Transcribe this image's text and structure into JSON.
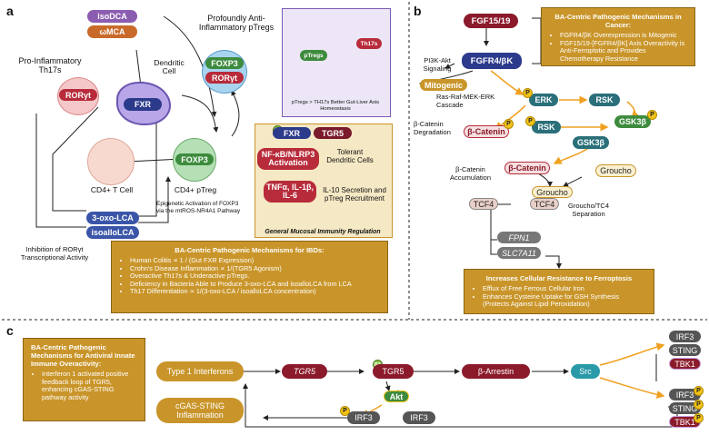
{
  "panels": {
    "a": "a",
    "b": "b",
    "c": "c"
  },
  "panel_a": {
    "isoDCA": "isoDCA",
    "wMCA": "ωMCA",
    "dendritic_cell": "Dendritic Cell",
    "fxr": "FXR",
    "pro_inflam": "Pro-Inflammatory Th17s",
    "roryt": "RORγt",
    "profoundly": "Profoundly Anti-Inflammatory pTregs",
    "foxp3": "FOXP3",
    "roryt2": "RORγt",
    "cd4t": "CD4+ T Cell",
    "cd4ptreg": "CD4+ pTreg",
    "foxp3_2": "FOXP3",
    "epigenetic": "Epigenetic Activation of FOXP3 via the mtROS-NR4A1 Pathway",
    "oxo_lca": "3-oxo-LCA",
    "isoallolca": "isoalloLCA",
    "inhibition": "Inhibition of RORγt Transcriptional Activity",
    "balance_left": "pTregs",
    "balance_right": "Th17s",
    "balance_caption": "pTregs > TH17s Better Gut-Liver Axis Homeostasis",
    "fxr2": "FXR",
    "tgr5": "TGR5",
    "nfkb": "NF-κB/NLRP3 Activation",
    "tnf": "TNFα, IL-1β, IL-6",
    "tolerant": "Tolerant Dendritic Cells",
    "il10": "IL-10 Secretion and pTreg Recruitment",
    "mucosal": "General Mucosal Immunity Regulation",
    "ibd_title": "BA-Centric Pathogenic Mechanisms for IBDs:",
    "ibd_items": [
      "Human Colitis ∝ 1 / (Gut FXR Expression)",
      "Crohn's Disease Inflammation ∝ 1/(TGR5 Agonism)",
      "Overactive Th17s & Underactive pTregs.",
      "Deficiency in Bacteria Able to Produce 3-oxo-LCA and isoalloLCA from LCA",
      "Th17 Differentiation ∝ 1/(3-oxo-LCA / isoalloLCA concentration)"
    ]
  },
  "panel_b": {
    "fgf1519": "FGF15/19",
    "fgfr4": "FGFR4/βK",
    "pi3k": "PI3K-Akt Signaling",
    "mitogenic": "Mitogenic",
    "ras": "Ras-Raf-MEK-ERK Cascade",
    "erk": "ERK",
    "rsk": "RSK",
    "rsk2": "RSK",
    "gsk3b": "GSK3β",
    "gsk3b2": "GSK3β",
    "bcat_deg": "β-Catenin Degradation",
    "bcat": "β-Catenin",
    "bcat2": "β-Catenin",
    "bcat_acc": "β-Catenin Accumulation",
    "groucho": "Groucho",
    "groucho2": "Groucho",
    "tcf4": "TCF4",
    "tcf4_2": "TCF4",
    "groucho_sep": "Groucho/TC4 Separation",
    "fpn1": "FPN1",
    "slc7a11": "SLC7A11",
    "cancer_title": "BA-Centric Pathogenic Mechanisms in Cancer:",
    "cancer_items": [
      "FGFR4/βK Overexpression is Mitogenic",
      "FGF15/19-[FGFR4/βK] Axis Overactivity is Anti-Ferroptotic and Provides Chemotherapy Resistance"
    ],
    "ferro_title": "Increases Cellular Resistance to Ferroptosis",
    "ferro_items": [
      "Efflux of Free Ferrous Cellular Iron",
      "Enhances Cysteine Uptake for GSH Synthesis (Protects Against Lipid Peroxidation)"
    ]
  },
  "panel_c": {
    "antiviral_title": "BA-Centric Pathogenic Mechanisms for Antiviral Innate Immune Overactivity:",
    "antiviral_items": [
      "Interferon 1 activated positive feedback loop of TGR5, enhancing cGAS-STING pathway activity"
    ],
    "ifn": "Type 1 Interferons",
    "tgr5_gene": "TGR5",
    "tgr5": "TGR5",
    "barr": "β-Arrestin",
    "src": "Src",
    "akt": "Akt",
    "cgas": "cGAS-STING Inflammation",
    "irf3a": "IRF3",
    "irf3b": "IRF3",
    "irf3_top": "IRF3",
    "sting_top": "STING",
    "tbk1_top": "TBK1",
    "irf3_bot": "IRF3",
    "sting_bot": "STING",
    "tbk1_bot": "TBK1"
  },
  "p": "P",
  "ba": "BA",
  "colors": {
    "gold": "#c9952a",
    "maroon": "#8b1a2b",
    "navy": "#2c3a8c",
    "green": "#3d8b3d",
    "teal": "#2a6f7a"
  }
}
